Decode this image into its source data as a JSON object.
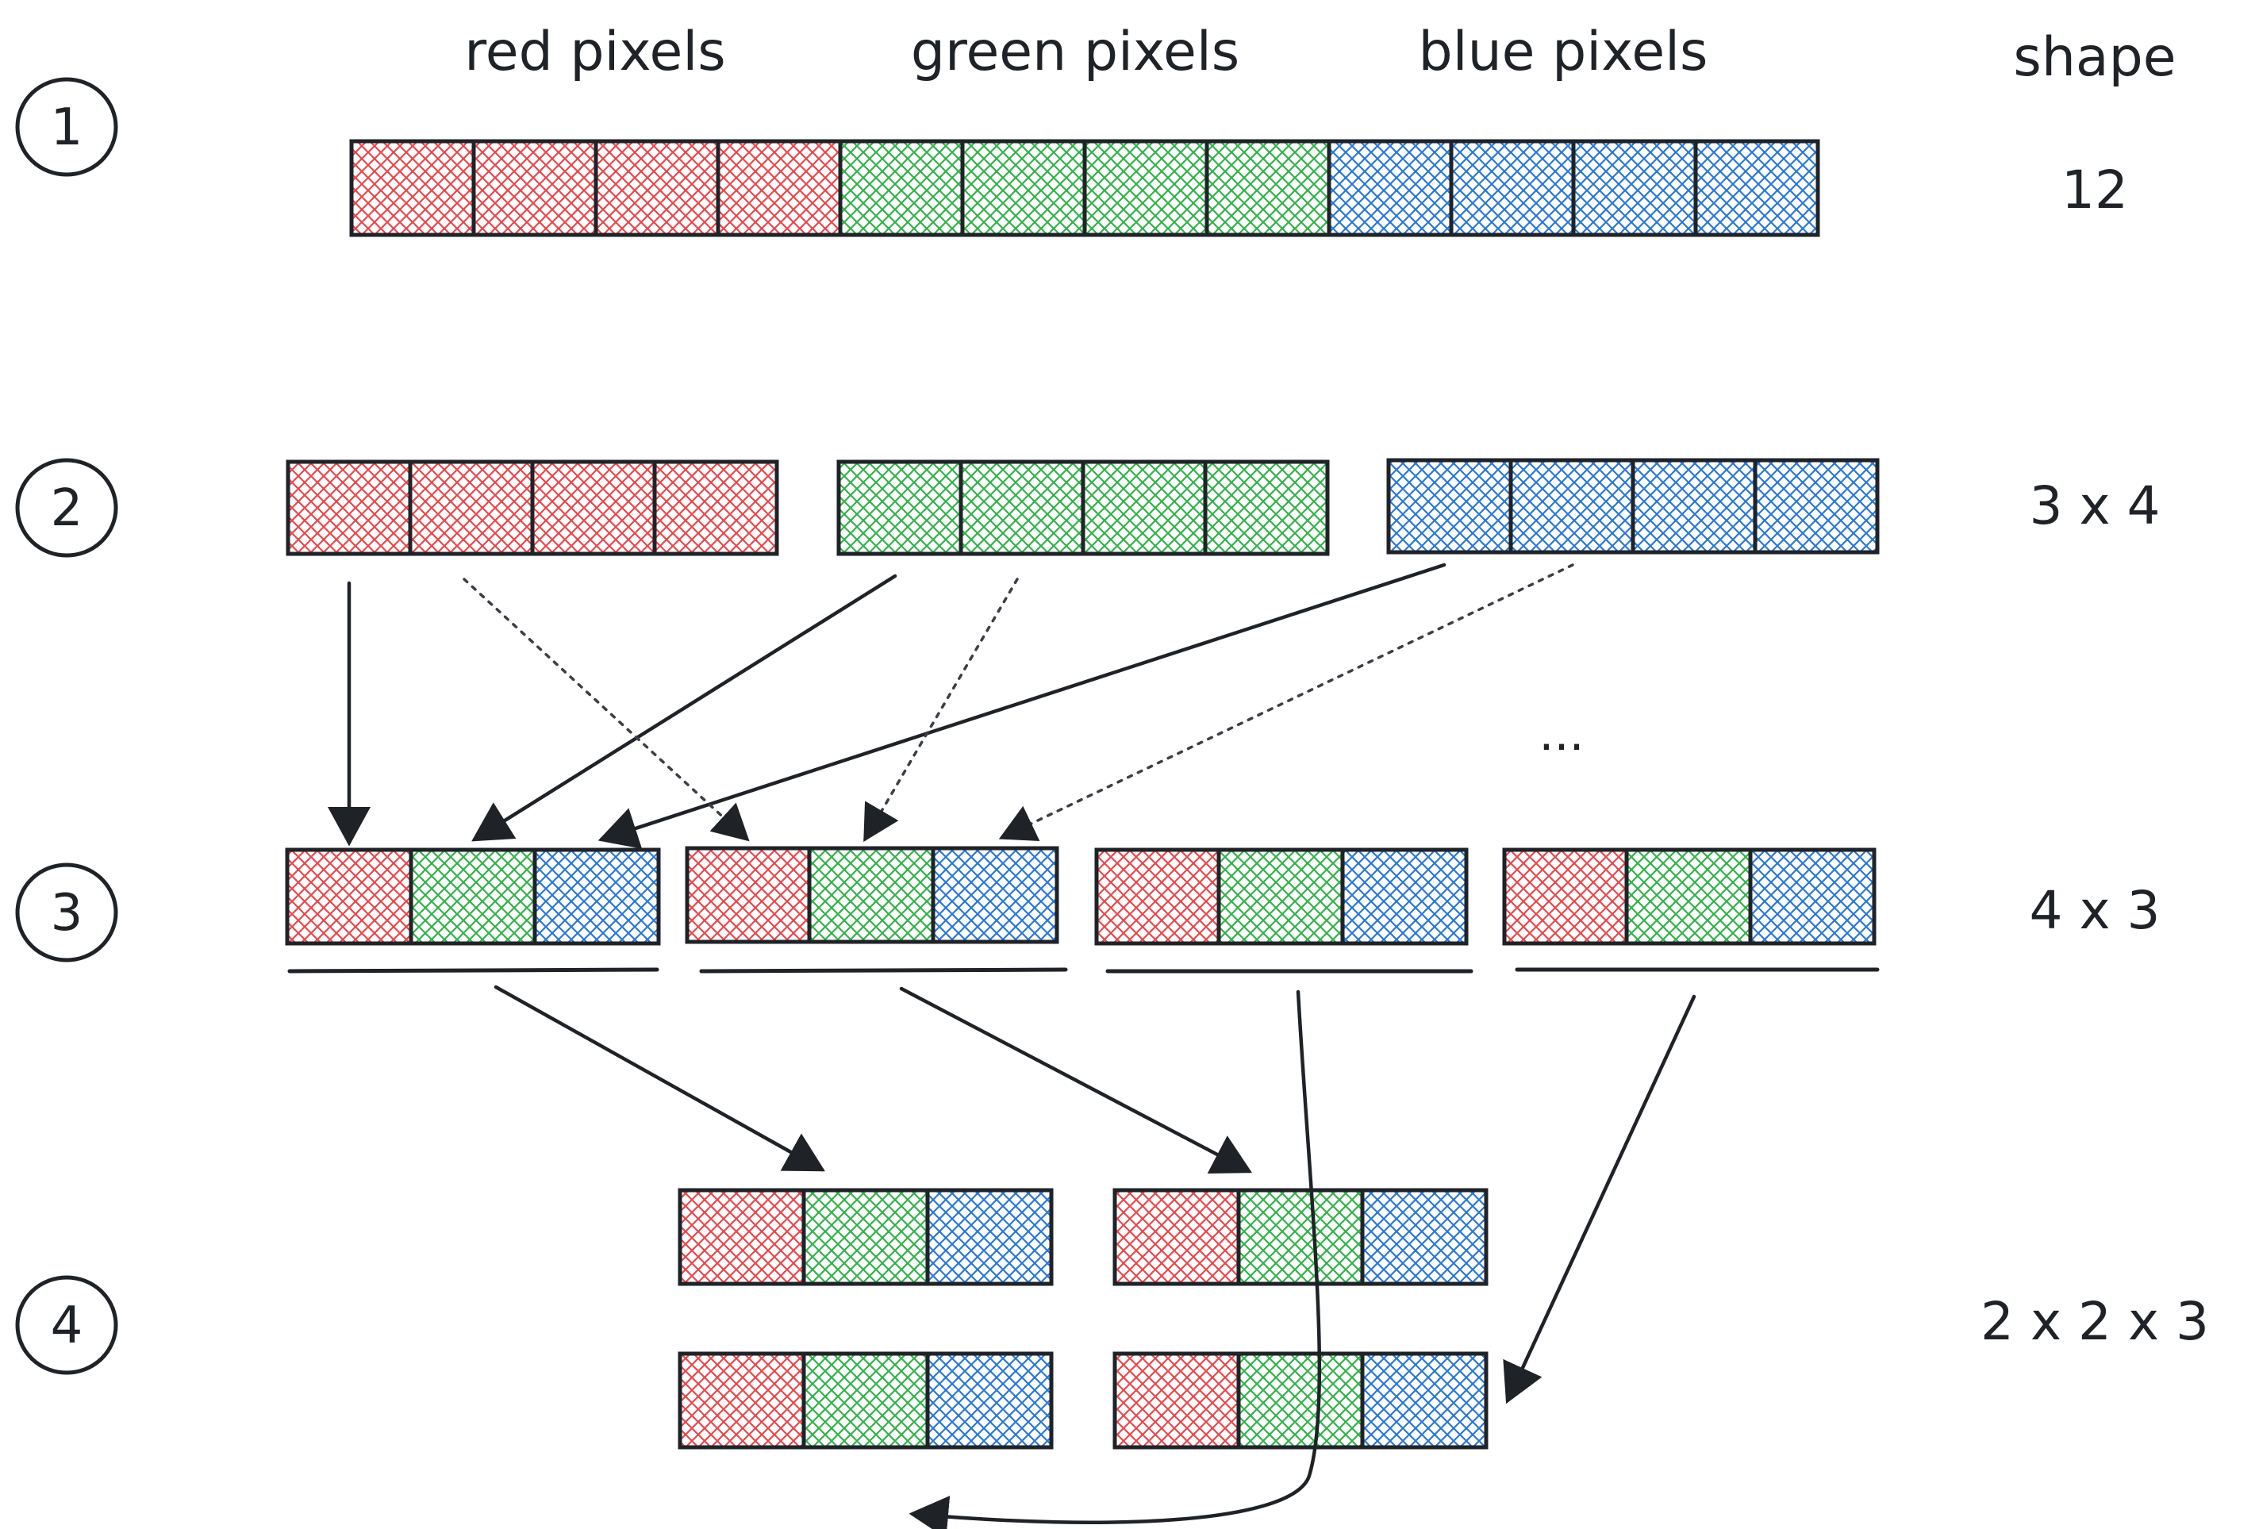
{
  "columns": {
    "red": "red pixels",
    "green": "green pixels",
    "blue": "blue pixels",
    "shape": "shape"
  },
  "steps": [
    {
      "number": "1",
      "shape": "12"
    },
    {
      "number": "2",
      "shape": "3 x 4"
    },
    {
      "number": "3",
      "shape": "4 x 3"
    },
    {
      "number": "4",
      "shape": "2 x 2 x 3"
    }
  ],
  "ellipsis": "...",
  "colors": {
    "red": "#e8484d",
    "green": "#33b24a",
    "blue": "#2a78d6",
    "stroke": "#1f2328"
  }
}
